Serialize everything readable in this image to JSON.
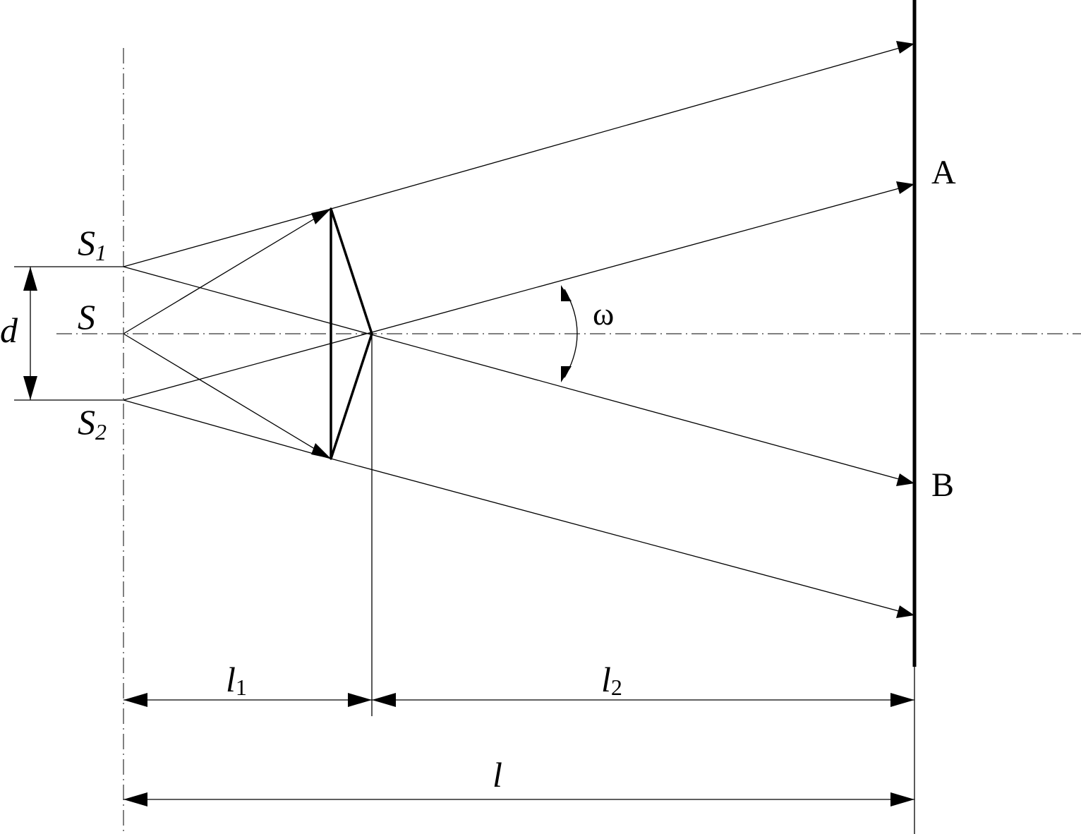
{
  "labels": {
    "S1": {
      "main": "S",
      "sub": "1"
    },
    "S": "S",
    "S2": {
      "main": "S",
      "sub": "2"
    },
    "d": "d",
    "omega": "ω",
    "A": "A",
    "B": "B",
    "l1": {
      "main": "l",
      "sub": "1"
    },
    "l2": {
      "main": "l",
      "sub": "2"
    },
    "l": "l"
  }
}
